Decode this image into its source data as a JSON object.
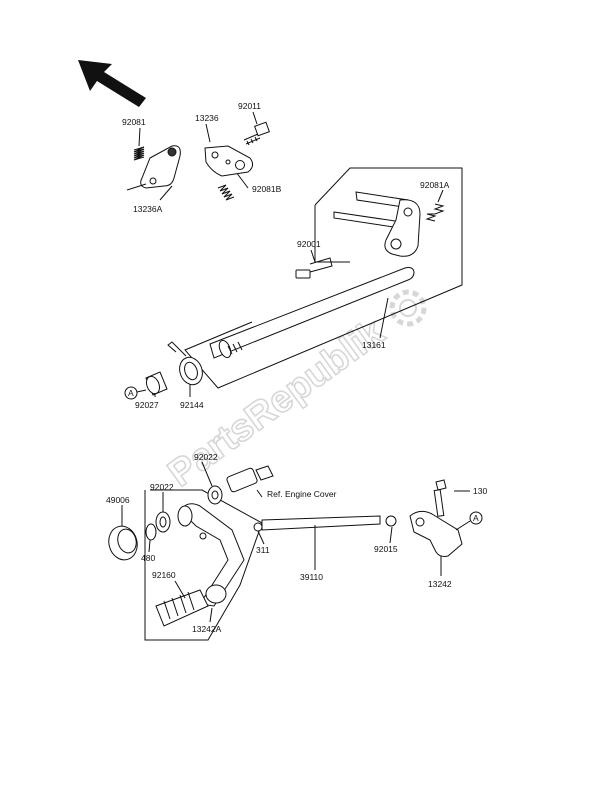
{
  "watermark": "PartsRepublik",
  "parts": {
    "p92081": "92081",
    "p13236": "13236",
    "p92011": "92011",
    "p92081B": "92081B",
    "p13236A": "13236A",
    "p92081A": "92081A",
    "p92001": "92001",
    "p13161": "13161",
    "pA_upper": "A",
    "p92027": "92027",
    "p92144": "92144",
    "p92022_a": "92022",
    "p92022_b": "92022",
    "p49006": "49006",
    "p480": "480",
    "p311": "311",
    "p92015": "92015",
    "p130": "130",
    "pA_lower": "A",
    "p92160": "92160",
    "p39110": "39110",
    "p13242": "13242",
    "p13242A": "13242A"
  },
  "ref_engine_cover": "Ref. Engine Cover"
}
